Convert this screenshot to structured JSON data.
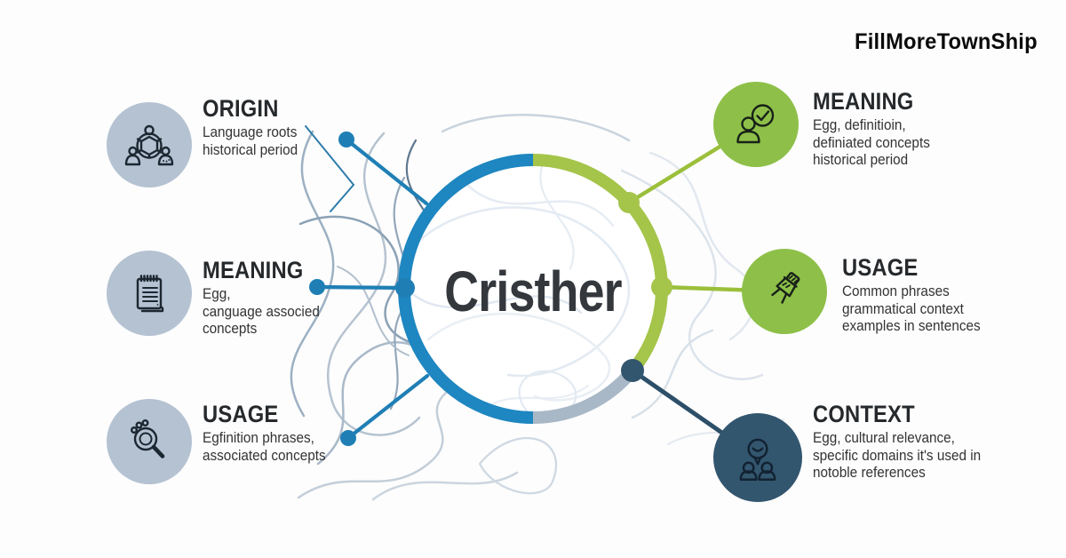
{
  "brand": "FillMoreTownShip",
  "center": {
    "title": "Cristher"
  },
  "nodes": {
    "left": [
      {
        "title": "ORIGIN",
        "lines": [
          "Language roots",
          "historical period"
        ],
        "icon": "people-network"
      },
      {
        "title": "MEANING",
        "lines": [
          "Egg,",
          "canguage associed",
          "concepts"
        ],
        "icon": "notepad"
      },
      {
        "title": "USAGE",
        "lines": [
          "Egfinition phrases,",
          "associated concepts"
        ],
        "icon": "magnifier"
      }
    ],
    "right": [
      {
        "title": "MEANING",
        "lines": [
          "Egg, definitioin,",
          "definiated concepts",
          "historical period"
        ],
        "icon": "person-check"
      },
      {
        "title": "USAGE",
        "lines": [
          "Common phrases",
          "grammatical context",
          "examples in sentences"
        ],
        "icon": "pushpin"
      },
      {
        "title": "CONTEXT",
        "lines": [
          "Egg, cultural relevance,",
          "specific domains it's used in",
          "notoble references"
        ],
        "icon": "people-chat"
      }
    ]
  },
  "colors": {
    "ring_blue": "#1e86c0",
    "ring_green": "#a5c44a",
    "ring_slate": "#a9b8c7",
    "badge_slate": "#b4c2d2",
    "badge_green": "#8ec049",
    "badge_navy": "#33566f",
    "connector_blue": "#1f7fb5",
    "connector_green": "#9bbf3b",
    "connector_navy": "#2d4f69",
    "title_color": "#34383d",
    "heading_color": "#26292c",
    "body_color": "#333333"
  }
}
